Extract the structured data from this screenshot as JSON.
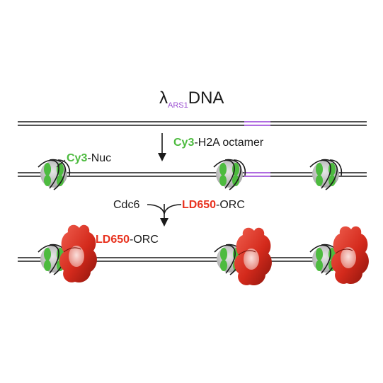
{
  "title": {
    "lambda": "λ",
    "subscript": "ARS1",
    "dna": "DNA"
  },
  "step1": {
    "dye": "Cy3",
    "rest": "-H2A octamer"
  },
  "nuc_label": {
    "dye": "Cy3",
    "rest": "-Nuc"
  },
  "step2": {
    "cdc6": "Cdc6",
    "orc_dye": "LD650",
    "orc_rest": "-ORC"
  },
  "orc_label": {
    "dye": "LD650",
    "rest": "-ORC"
  },
  "colors": {
    "dna": "#1a1a1a",
    "ars1": "#b06ce0",
    "cy3": "#4dbb3f",
    "ld650": "#e8321f",
    "nucleosome_core": "#c8c8c8",
    "orc": "#d42a1c"
  },
  "icons": {
    "nucleosome": "nucleosome-icon",
    "orc": "orc-complex-icon",
    "arrow": "down-arrow-icon"
  }
}
